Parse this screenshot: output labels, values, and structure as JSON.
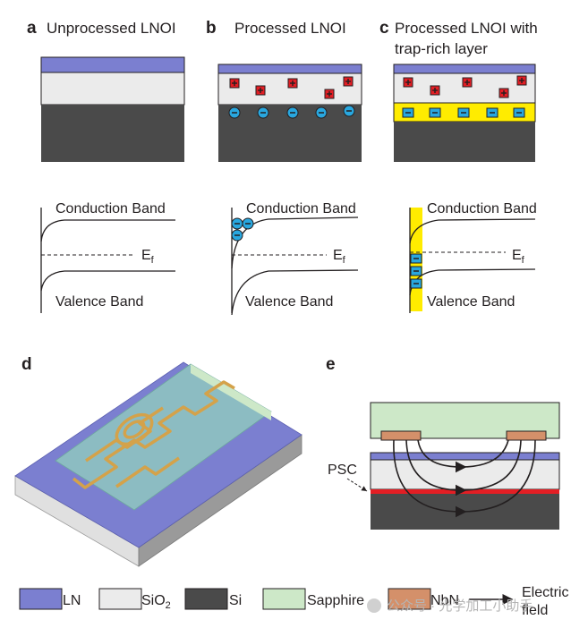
{
  "panels": {
    "a": {
      "letter": "a",
      "title": "Unprocessed LNOI"
    },
    "b": {
      "letter": "b",
      "title": "Processed LNOI"
    },
    "c": {
      "letter": "c",
      "title_line1": "Processed LNOI with",
      "title_line2": "trap-rich layer"
    },
    "d": {
      "letter": "d"
    },
    "e": {
      "letter": "e",
      "psc_label": "PSC"
    }
  },
  "bands": {
    "conduction": "Conduction Band",
    "valence": "Valence Band",
    "fermi": "E",
    "fermi_sub": "f"
  },
  "legend": {
    "ln": "LN",
    "sio2": "SiO",
    "sio2_sub": "2",
    "si": "Si",
    "sapphire": "Sapphire",
    "nbn": "NbN",
    "efield_line1": "Electric",
    "efield_line2": "field"
  },
  "watermark": "公众号 · 光学加工小助手",
  "colors": {
    "ln": "#7b7fd0",
    "sio2": "#ebebeb",
    "si": "#4a4a4a",
    "sapphire": "#cde8c8",
    "nbn": "#d4906a",
    "trap": "#ffec00",
    "electron": "#29a7df",
    "hole": "#e31e24",
    "psc": "#e31e24"
  }
}
